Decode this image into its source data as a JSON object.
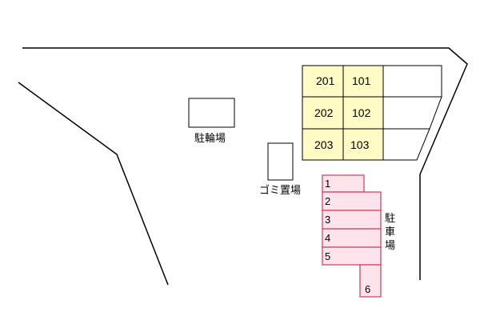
{
  "units": {
    "row1": [
      "201",
      "101"
    ],
    "row2": [
      "202",
      "102"
    ],
    "row3": [
      "203",
      "103"
    ]
  },
  "facilities": {
    "bicycle_parking": "駐輪場",
    "garbage": "ゴミ置場",
    "parking_chars": [
      "駐",
      "車",
      "場"
    ]
  },
  "parking_spaces": [
    "1",
    "2",
    "3",
    "4",
    "5",
    "6"
  ],
  "colors": {
    "unit_fill": "#fffbc4",
    "parking_fill": "#fde4ec",
    "parking_stroke": "#cc3b55"
  }
}
